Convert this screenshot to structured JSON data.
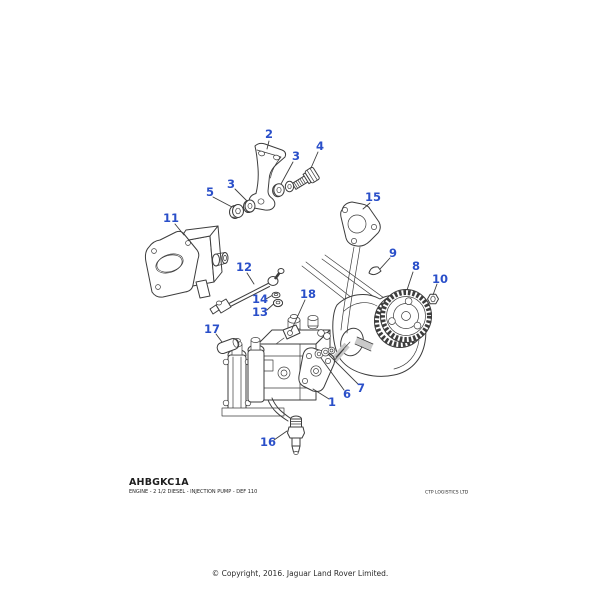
{
  "title_block": {
    "code": "AHBGKC1A",
    "description": "ENGINE - 2 1/2 DIESEL - INJECTION PUMP - DEF 110",
    "supplier": "CTP LOGISTICS LTD"
  },
  "copyright": "© Copyright, 2016. Jaguar Land Rover Limited.",
  "colors": {
    "background": "#ffffff",
    "line": "#3d3d3d",
    "callout": "#2a4fc9",
    "shaft_fill": "#c9c9c9"
  },
  "callouts": [
    {
      "label": "2"
    },
    {
      "label": "3"
    },
    {
      "label": "4"
    },
    {
      "label": "3"
    },
    {
      "label": "5"
    },
    {
      "label": "11"
    },
    {
      "label": "15"
    },
    {
      "label": "12"
    },
    {
      "label": "14"
    },
    {
      "label": "13"
    },
    {
      "label": "18"
    },
    {
      "label": "9"
    },
    {
      "label": "8"
    },
    {
      "label": "10"
    },
    {
      "label": "17"
    },
    {
      "label": "1"
    },
    {
      "label": "6"
    },
    {
      "label": "7"
    },
    {
      "label": "16"
    }
  ]
}
